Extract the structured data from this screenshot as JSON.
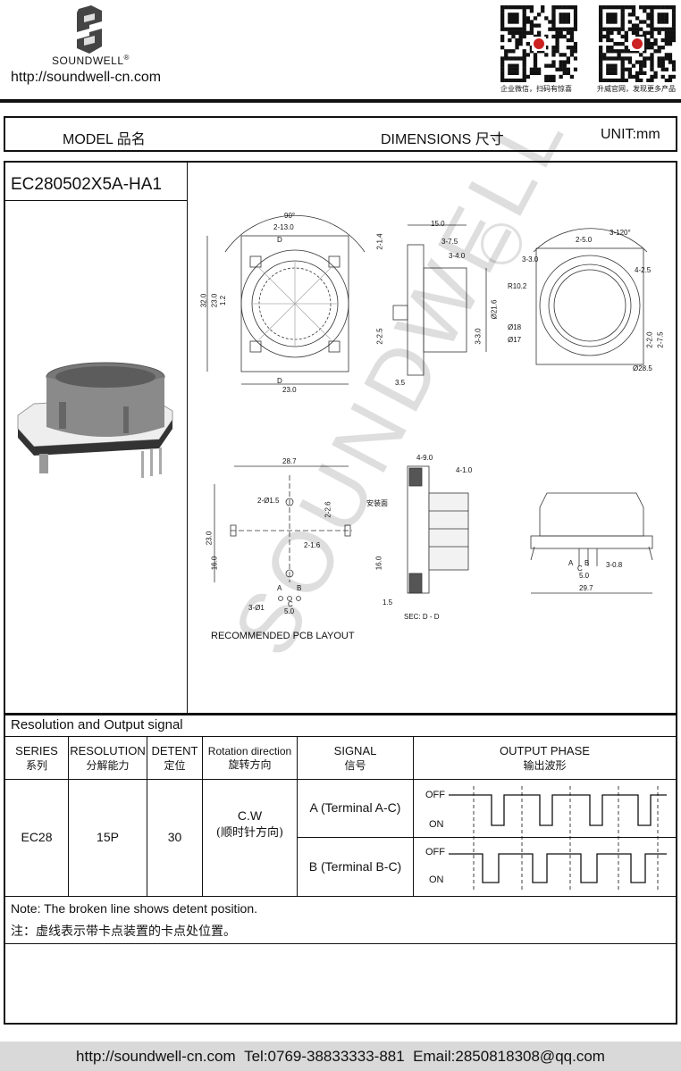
{
  "header": {
    "brand": "SOUNDWELL",
    "registered": "®",
    "url": "http://soundwell-cn.com",
    "qr_captions": [
      "企业微信，扫码有惊喜",
      "升威官网，发现更多产品"
    ]
  },
  "title_bar": {
    "model_label": "MODEL 品名",
    "dimensions_label": "DIMENSIONS 尺寸",
    "unit_label": "UNIT:mm"
  },
  "model": {
    "name": "EC280502X5A-HA1"
  },
  "watermark": "SOUNDWELL",
  "drawing_labels": {
    "top_front": [
      "90°",
      "2-13.0",
      "D",
      "D",
      "32.0",
      "23.0",
      "1.2",
      "23.0"
    ],
    "top_side": [
      "15.0",
      "3-7.5",
      "3-4.0",
      "2-1.4",
      "2-2.5",
      "3-3.0",
      "Ø21.6",
      "3.5"
    ],
    "top_back": [
      "3-120°",
      "2-5.0",
      "3-3.0",
      "4-2.5",
      "R10.2",
      "Ø18",
      "Ø17",
      "2-2.0",
      "2-7.5",
      "Ø28.5"
    ],
    "pcb": [
      "28.7",
      "2-Ø1.5",
      "2-2.6",
      "2-1.6",
      "23.0",
      "16.0",
      "3-Ø1",
      "5.0",
      "A",
      "B",
      "C"
    ],
    "section": [
      "4-9.0",
      "4-1.0",
      "安装面",
      "16.0",
      "1.5",
      "SEC: D - D"
    ],
    "bottom_side": [
      "A",
      "B",
      "C",
      "3-0.8",
      "5.0",
      "29.7"
    ],
    "pcb_caption": "RECOMMENDED PCB  LAYOUT"
  },
  "resolution_section": {
    "title": "Resolution and Output signal",
    "headers": [
      {
        "en": "SERIES",
        "cn": "系列"
      },
      {
        "en": "RESOLUTION",
        "cn": "分解能力"
      },
      {
        "en": "DETENT",
        "cn": "定位"
      },
      {
        "en": "Rotation direction",
        "cn": "旋转方向"
      },
      {
        "en": "SIGNAL",
        "cn": "信号"
      },
      {
        "en": "OUTPUT PHASE",
        "cn": "输出波形"
      }
    ],
    "row": {
      "series": "EC28",
      "resolution": "15P",
      "detent": "30",
      "rotation_en": "C.W",
      "rotation_cn": "(顺时针方向)",
      "signal_a": "A (Terminal A-C)",
      "signal_b": "B (Terminal B-C)"
    },
    "wave_labels": {
      "off": "OFF",
      "on": "ON"
    }
  },
  "notes": {
    "en": "Note: The broken line shows detent position.",
    "cn": "注：虚线表示带卡点装置的卡点处位置。"
  },
  "footer": {
    "url": "http://soundwell-cn.com",
    "tel": "Tel:0769-38833333-881",
    "email": "Email:2850818308@qq.com"
  }
}
